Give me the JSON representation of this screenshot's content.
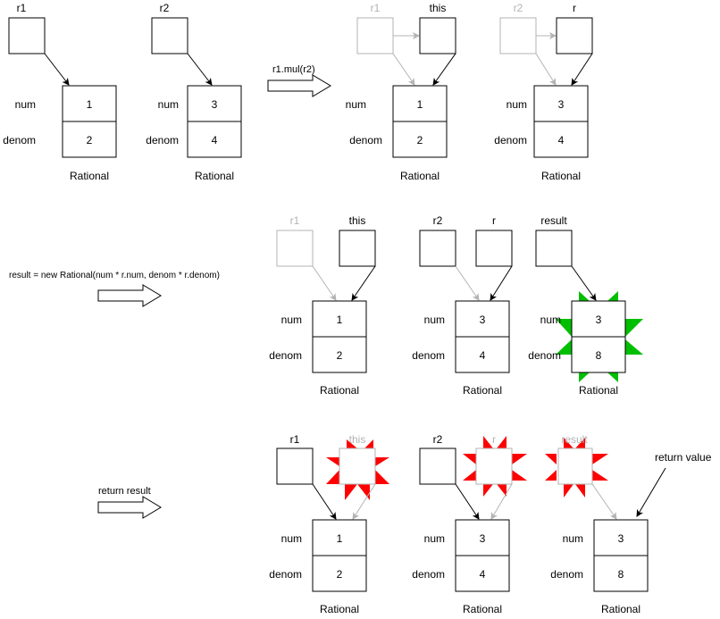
{
  "stage1": {
    "refs": [
      "r1",
      "r2"
    ],
    "objects": [
      {
        "num": "1",
        "denom": "2",
        "type": "Rational"
      },
      {
        "num": "3",
        "denom": "4",
        "type": "Rational"
      }
    ]
  },
  "step1": {
    "label": "r1.mul(r2)"
  },
  "stage2": {
    "refs": [
      "r1",
      "this",
      "r2",
      "r"
    ],
    "objects": [
      {
        "num": "1",
        "denom": "2",
        "type": "Rational"
      },
      {
        "num": "3",
        "denom": "4",
        "type": "Rational"
      }
    ]
  },
  "step2": {
    "label": "result = new Rational(num * r.num, denom * r.denom)"
  },
  "stage3": {
    "refs": [
      "r1",
      "this",
      "r2",
      "r",
      "result"
    ],
    "objects": [
      {
        "num": "1",
        "denom": "2",
        "type": "Rational"
      },
      {
        "num": "3",
        "denom": "4",
        "type": "Rational"
      },
      {
        "num": "3",
        "denom": "8",
        "type": "Rational"
      }
    ]
  },
  "step3": {
    "label": "return result"
  },
  "stage4": {
    "refs": [
      "r1",
      "this",
      "r2",
      "r",
      "result"
    ],
    "objects": [
      {
        "num": "1",
        "denom": "2",
        "type": "Rational"
      },
      {
        "num": "3",
        "denom": "4",
        "type": "Rational"
      },
      {
        "num": "3",
        "denom": "8",
        "type": "Rational"
      }
    ],
    "annotation": "return value"
  },
  "field_labels": {
    "num": "num",
    "denom": "denom"
  },
  "colors": {
    "new_object": "#00bf00",
    "destroyed": "#ff0000",
    "inactive": "#b3b3b3"
  }
}
